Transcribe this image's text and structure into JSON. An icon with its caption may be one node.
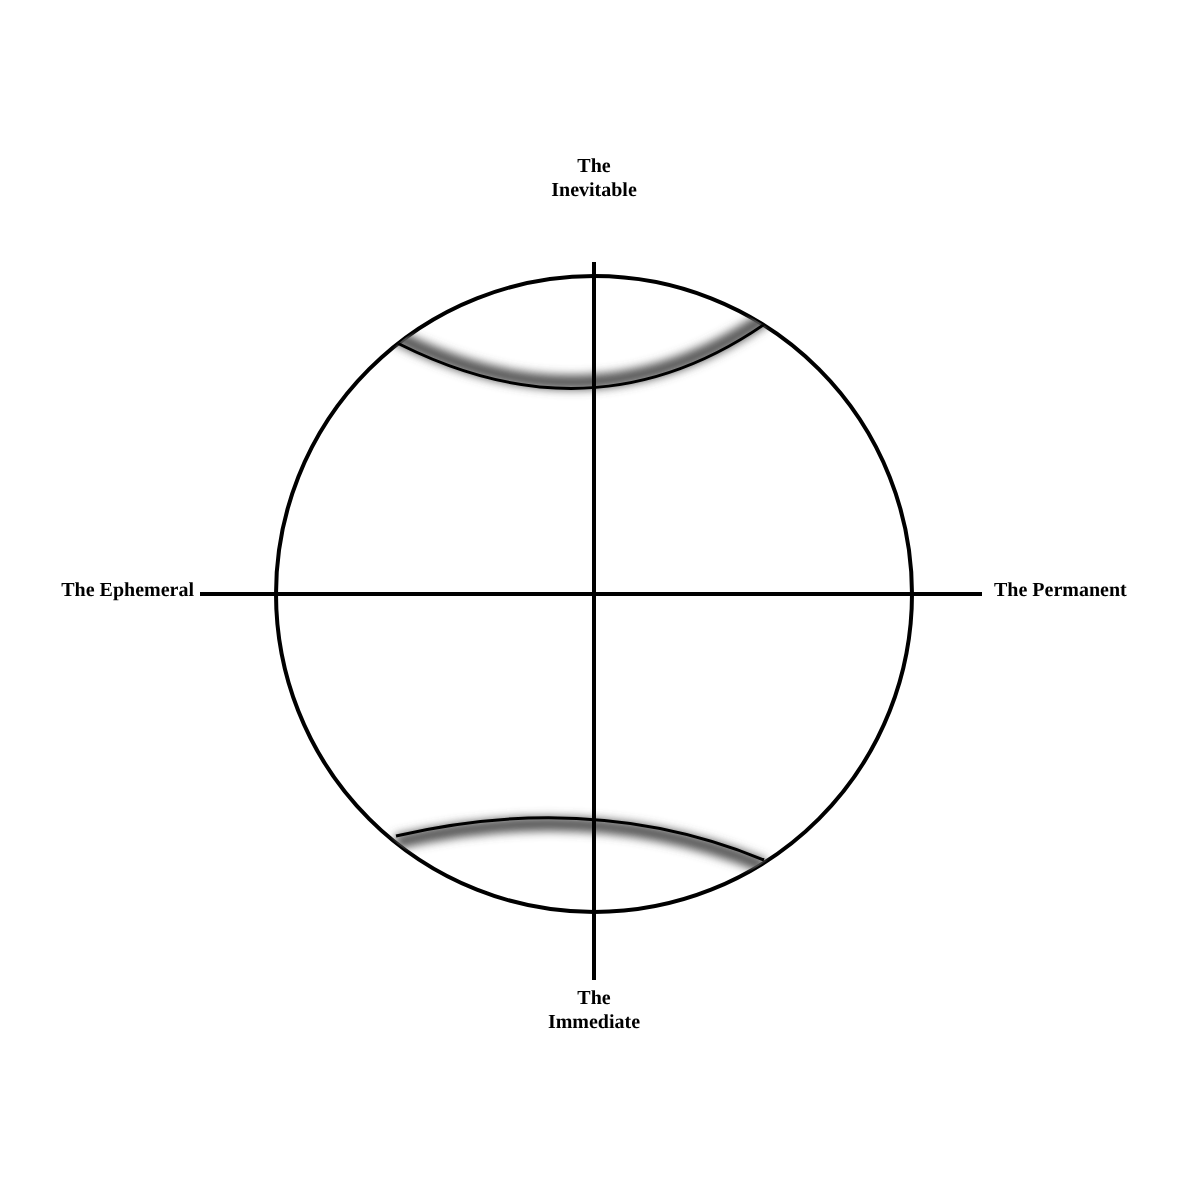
{
  "diagram": {
    "labels": [
      "The Inevitable",
      "The Ephemeral",
      "The Permanent",
      "The Immediate"
    ]
  }
}
